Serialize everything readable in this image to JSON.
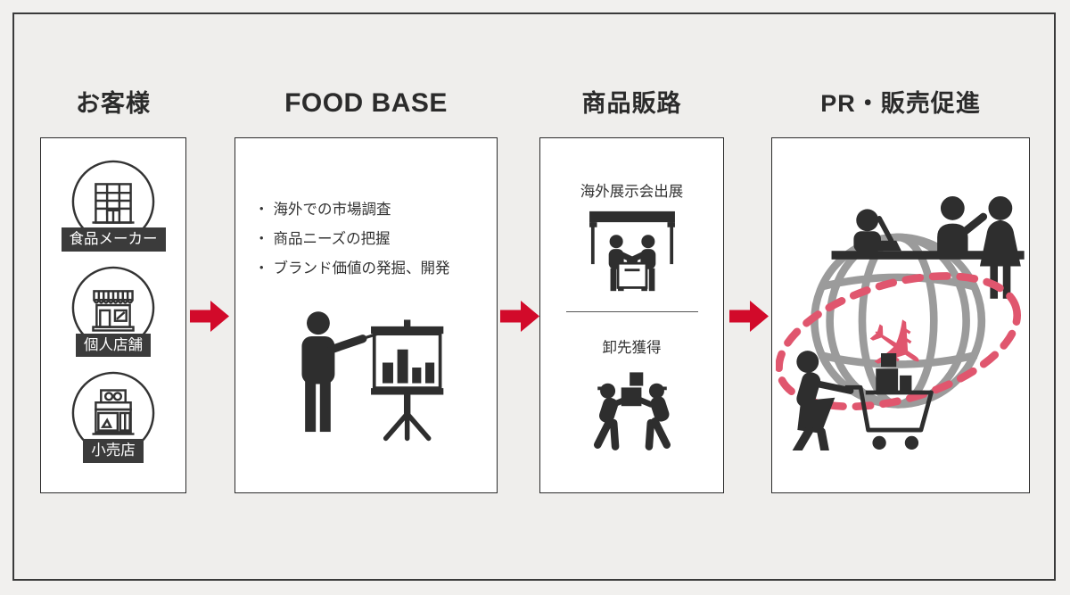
{
  "palette": {
    "background": "#efeeec",
    "frame_border": "#3a3a3a",
    "panel_border": "#2b2b2b",
    "arrow_red": "#d20a2a",
    "pink_red": "#e0566e",
    "icon_dark": "#2e2e2e",
    "globe_gray": "#9b9b9b",
    "label_bg": "#3b3b3b"
  },
  "columns": [
    {
      "id": "customers",
      "title": "お客様",
      "items": [
        {
          "label": "食品メーカー",
          "icon": "factory-building-icon"
        },
        {
          "label": "個人店舗",
          "icon": "storefront-icon"
        },
        {
          "label": "小売店",
          "icon": "retail-shop-icon"
        }
      ]
    },
    {
      "id": "food-base",
      "title": "FOOD BASE",
      "bullet_marker": "・",
      "bullets": [
        "海外での市場調査",
        "商品ニーズの把握",
        "ブランド価値の発掘、開発"
      ],
      "icon": "presenter-flipchart-icon"
    },
    {
      "id": "sales-channels",
      "title": "商品販路",
      "sections": [
        {
          "label": "海外展示会出展",
          "icon": "exhibition-booth-icon"
        },
        {
          "label": "卸先獲得",
          "icon": "carrying-boxes-icon"
        }
      ]
    },
    {
      "id": "pr-promotion",
      "title": "PR・販売促進",
      "icon": "global-promotion-icon"
    }
  ],
  "arrows": {
    "count": 3,
    "direction": "right",
    "color": "#d20a2a"
  }
}
